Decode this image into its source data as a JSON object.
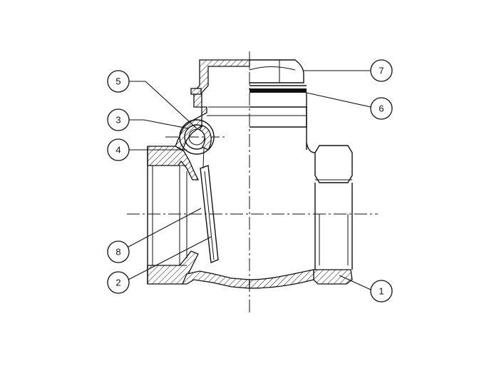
{
  "diagram": {
    "type": "technical-section-drawing",
    "callouts": [
      {
        "id": "callout-1",
        "label": "1"
      },
      {
        "id": "callout-2",
        "label": "2"
      },
      {
        "id": "callout-3",
        "label": "3"
      },
      {
        "id": "callout-4",
        "label": "4"
      },
      {
        "id": "callout-5",
        "label": "5"
      },
      {
        "id": "callout-6",
        "label": "6"
      },
      {
        "id": "callout-7",
        "label": "7"
      },
      {
        "id": "callout-8",
        "label": "8"
      }
    ],
    "colors": {
      "line": "#111111",
      "background": "#ffffff"
    }
  }
}
